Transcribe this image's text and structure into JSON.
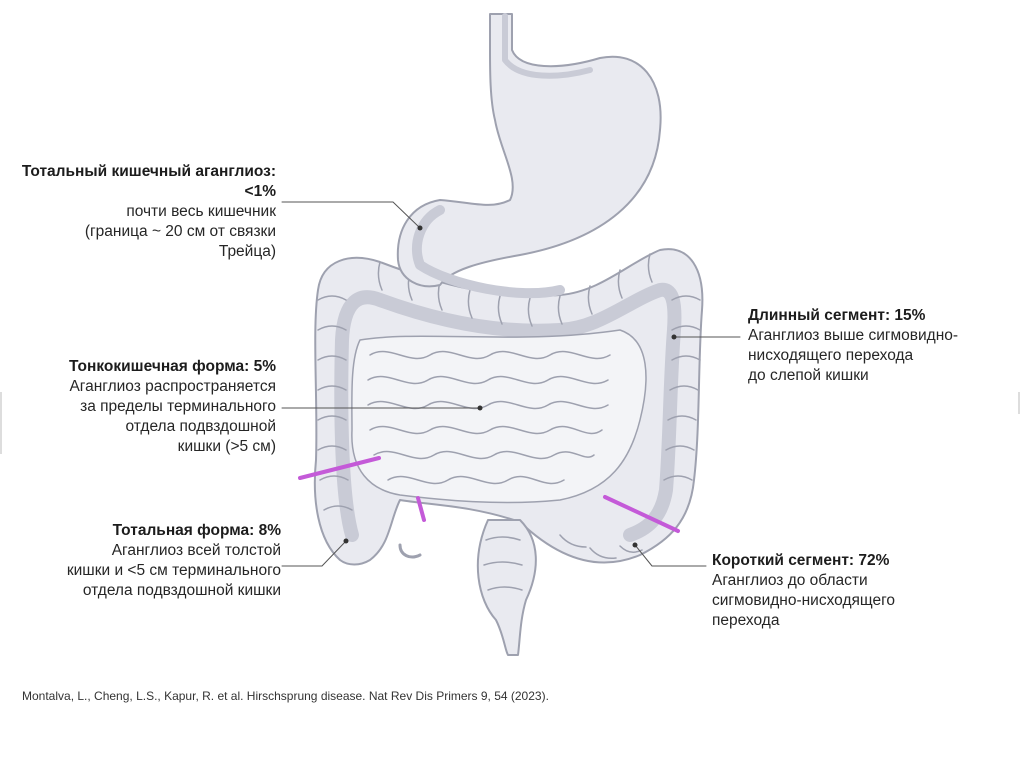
{
  "callouts": {
    "total_intestinal": {
      "title": "Тотальный кишечный аганглиоз: <1%",
      "text": "почти весь  кишечник\n(граница ~ 20 см от связки\nТрейца)"
    },
    "small_bowel": {
      "title": "Тонкокишечная форма: 5%",
      "text": "Аганглиоз распространяется\nза пределы терминального\nотдела подвздошной\nкишки (>5 см)"
    },
    "total_colonic": {
      "title": "Тотальная форма: 8%",
      "text": "Аганглиоз всей толстой\nкишки и <5 см терминального\nотдела подвздошной кишки"
    },
    "long_segment": {
      "title": "Длинный сегмент: 15%",
      "text": "Аганглиоз выше сигмовидно-\nнисходящего перехода\nдо слепой кишки"
    },
    "short_segment": {
      "title": "Короткий сегмент: 72%",
      "text": "Аганглиоз до области\nсигмовидно-нисходящего\nперехода"
    }
  },
  "citation": "Montalva, L., Cheng, L.S., Kapur, R. et al. Hirschsprung disease. Nat Rev Dis Primers 9, 54 (2023).",
  "colors": {
    "organ_fill": "#e9eaf0",
    "organ_shadow": "#c9cbd6",
    "organ_outline": "#9ea1af",
    "marker": "#c45ad8",
    "leader": "#555555",
    "text": "#262626"
  }
}
